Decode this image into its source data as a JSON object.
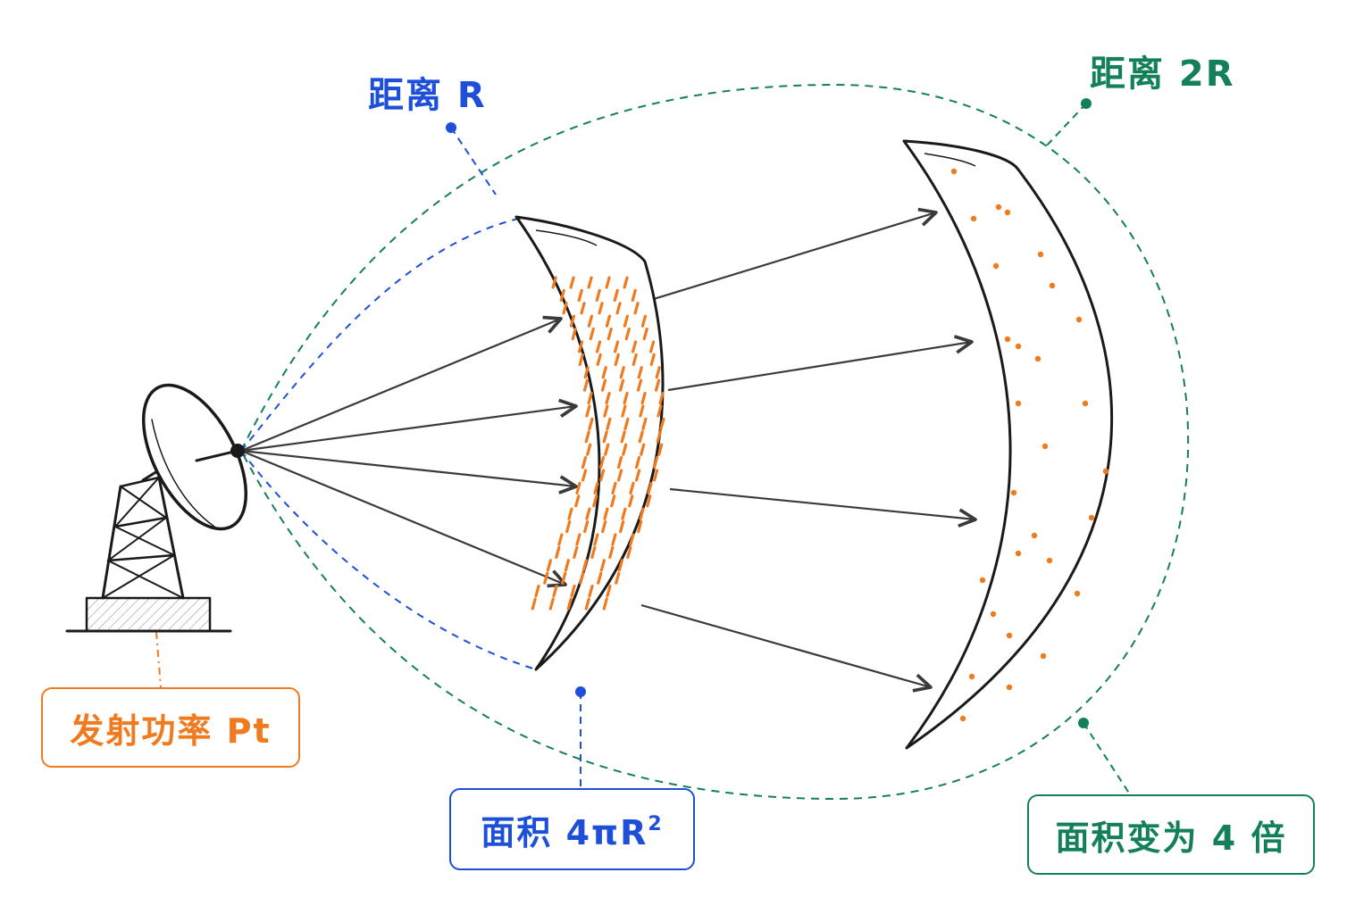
{
  "labels": {
    "distance_r": "距离 R",
    "distance_2r": "距离 2R",
    "transmit_power": "发射功率 Pt",
    "area_prefix": "面积 4πR",
    "area_exponent": "2",
    "area_4x": "面积变为 4 倍"
  },
  "colors": {
    "blue": "#1d4fd8",
    "green": "#13805a",
    "orange": "#f07a1e",
    "ink": "#1a1a1a",
    "arrow": "#3a3a3a"
  }
}
